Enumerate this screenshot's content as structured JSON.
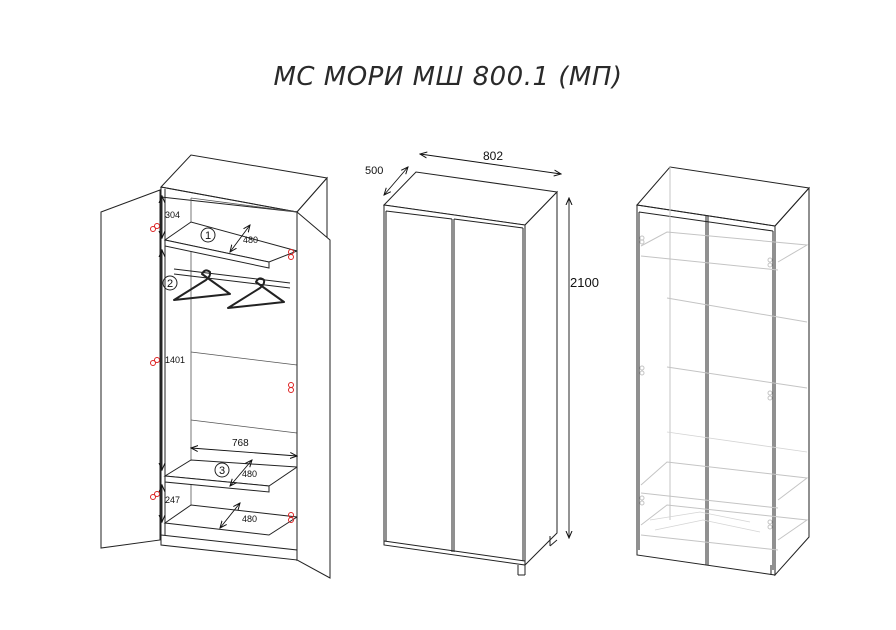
{
  "title": "МС МОРИ МШ 800.1 (МП)",
  "dimensions": {
    "width": "802",
    "depth": "500",
    "height": "2100",
    "inner_width": "768",
    "top_section": "304",
    "middle_section": "1401",
    "bottom_section": "247",
    "shelf_depth_1": "480",
    "shelf_depth_3": "480",
    "shelf_depth_bottom": "480"
  },
  "callouts": [
    "1",
    "2",
    "3"
  ],
  "colors": {
    "line": "#222222",
    "marker": "#dd2222",
    "ghost": "#c4c4c4"
  }
}
